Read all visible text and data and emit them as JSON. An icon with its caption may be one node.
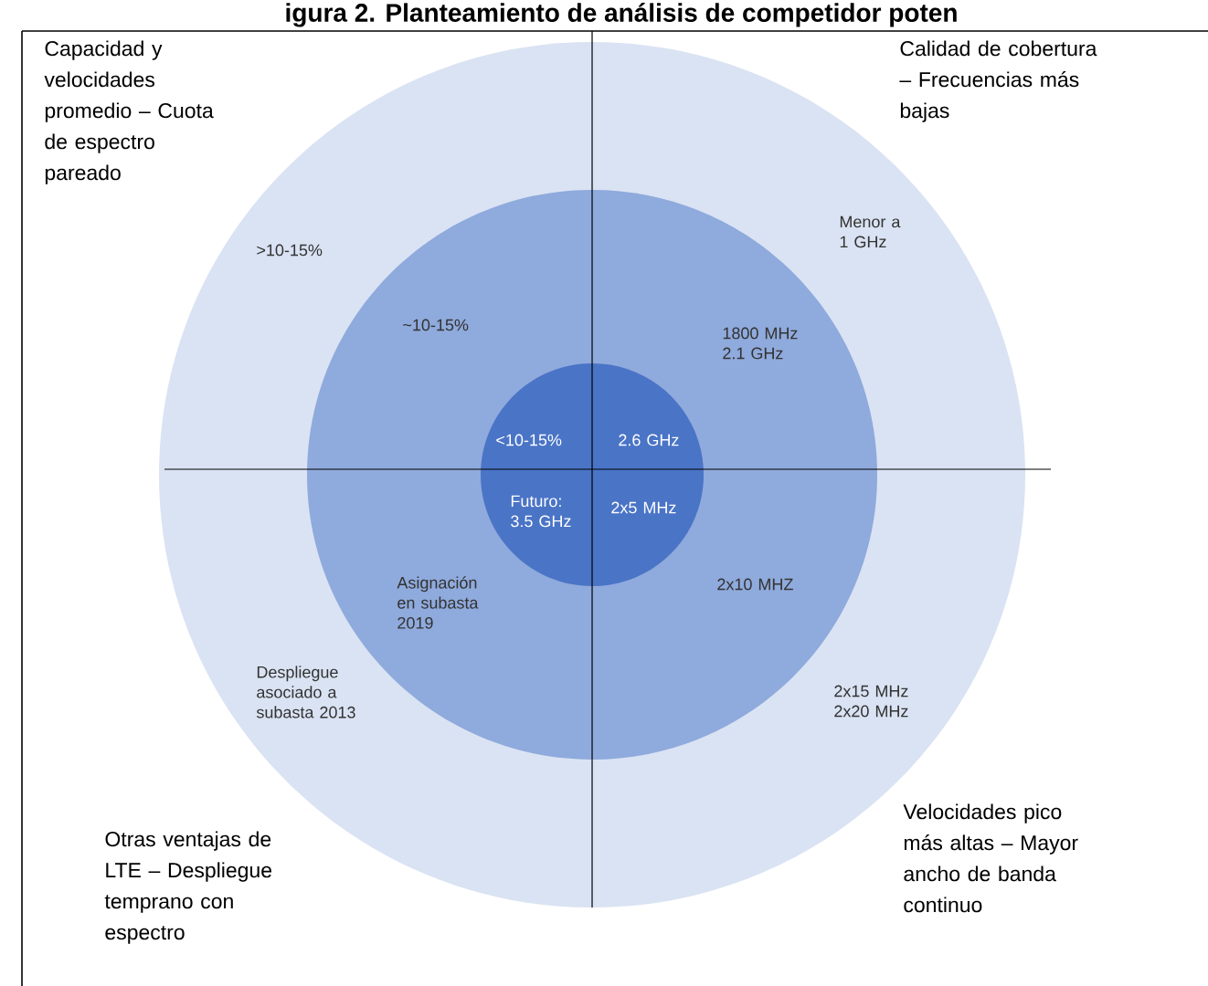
{
  "diagram": {
    "title": "igura 2. Planteamiento de análisis de competidor poten",
    "nodes": [
      {
        "text": [
          ">10-15%",
          "Menor a 1 GHz",
          "Despliegue asociado a subasta 2013",
          "2x15 MHz 2x20 MHz"
        ]
      },
      {
        "text": [
          "~10-15%",
          "1800 MHz 2.1 GHz",
          "Asignación en subasta 2019",
          "2x10 MHZ"
        ],
        "in": 0
      },
      {
        "text": [
          "<10-15%",
          "2.6 GHz",
          "Futuro: 3.5 GHz",
          "2x5 MHz"
        ],
        "in": 1
      }
    ],
    "labels": [
      "Capacidad y velocidades promedio – Cuota de espectro pareado",
      "Calidad de cobertura – Frecuencias más bajas",
      "Otras ventajas de LTE – Despliegue temprano con espectro",
      "Velocidades pico más altas – Mayor ancho de banda continuo"
    ]
  }
}
